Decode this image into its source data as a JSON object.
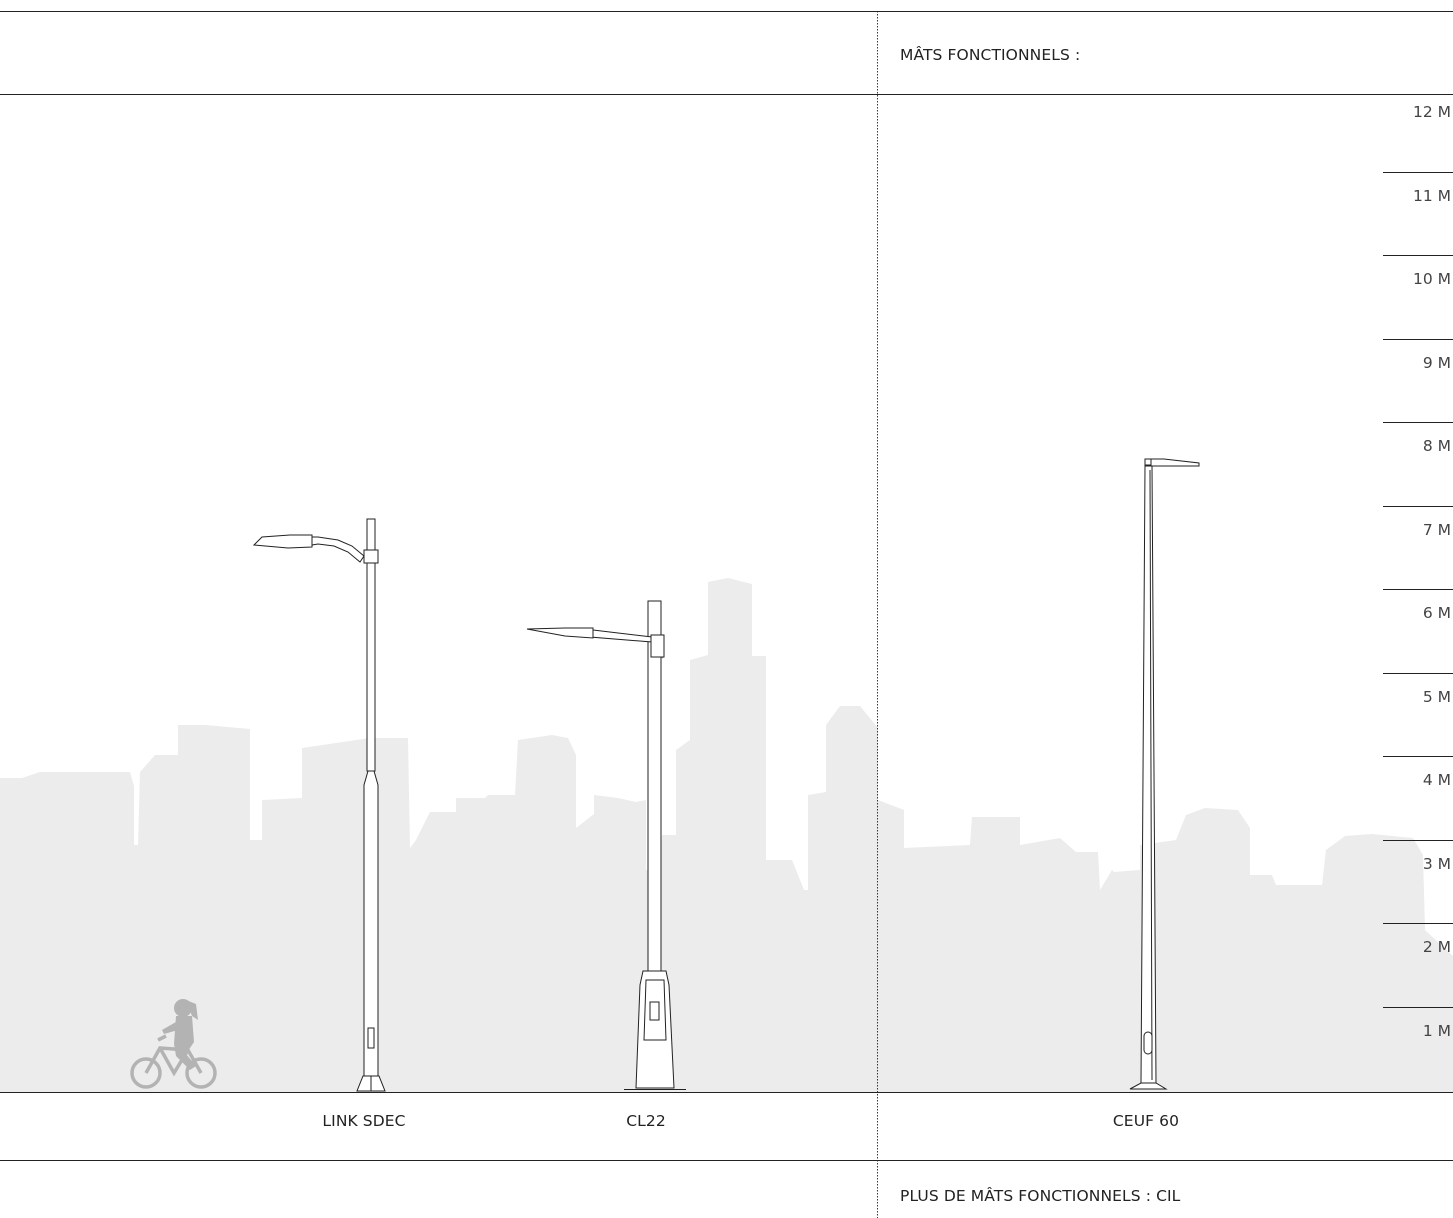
{
  "header": {
    "right_title": "MÂTS FONCTIONNELS :"
  },
  "footer": {
    "right_note": "PLUS DE MÂTS FONCTIONNELS : CIL"
  },
  "poles": [
    {
      "name": "LINK SDEC"
    },
    {
      "name": "CL22"
    },
    {
      "name": "CEUF 60"
    }
  ],
  "height_scale": {
    "labels": [
      "12 M",
      "11 M",
      "10 M",
      "9 M",
      "8 M",
      "7 M",
      "6 M",
      "5 M",
      "4 M",
      "3 M",
      "2 M",
      "1 M"
    ]
  },
  "colors": {
    "skyline": "#ececec",
    "lines": "#222222",
    "cyclist": "#b3b3b3",
    "background": "#ffffff"
  }
}
